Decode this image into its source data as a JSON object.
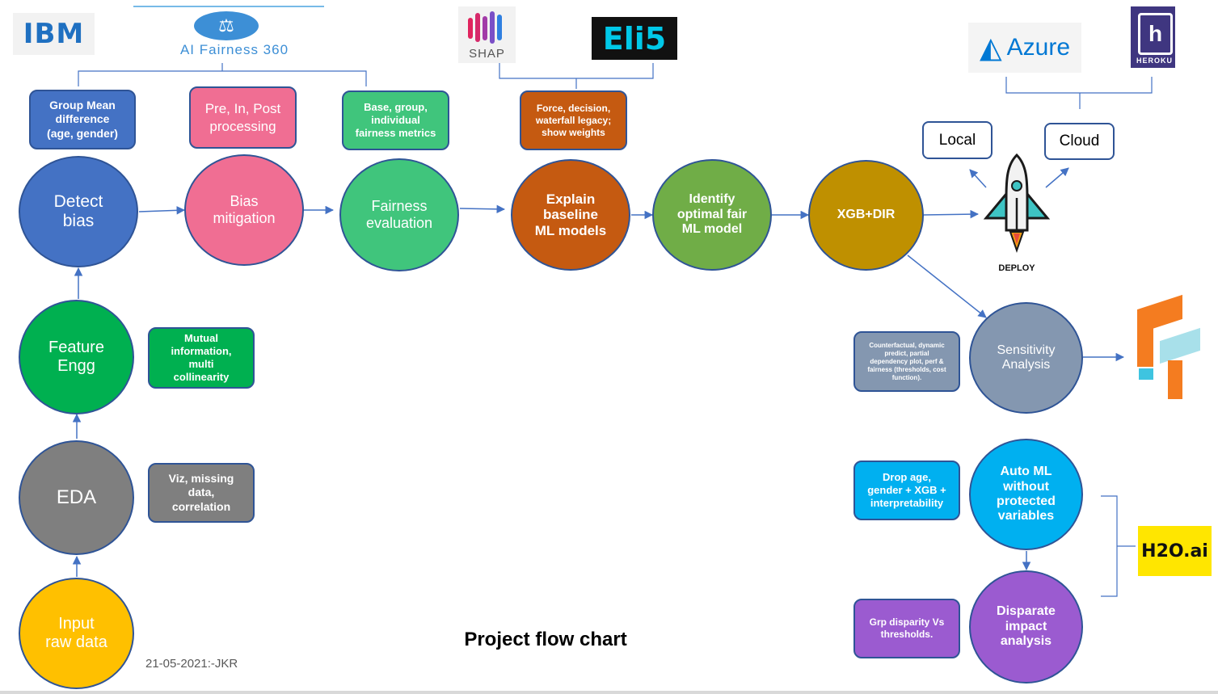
{
  "title": "Project flow chart",
  "footer": "21-05-2021:-JKR",
  "nodes": {
    "input": "Input\nraw data",
    "eda": "EDA",
    "feature": "Feature\nEngg",
    "detect": "Detect\nbias",
    "mitigation": "Bias\nmitigation",
    "fairness": "Fairness\nevaluation",
    "explain": "Explain\nbaseline\nML models",
    "identify": "Identify\noptimal fair\nML model",
    "xgb": "XGB+DIR",
    "sensitivity": "Sensitivity\nAnalysis",
    "automl": "Auto ML\nwithout\nprotected\nvariables",
    "disparate": "Disparate\nimpact\nanalysis"
  },
  "notes": {
    "group_mean": "Group Mean\ndifference\n(age, gender)",
    "pre_in_post": "Pre, In, Post\nprocessing",
    "metrics": "Base, group,\nindividual\nfairness metrics",
    "force": "Force, decision,\nwaterfall legacy;\nshow weights",
    "mutual": "Mutual\ninformation,\nmulti\ncollinearity",
    "viz": "Viz, missing\ndata,\ncorrelation",
    "counterfactual": "Counterfactual, dynamic\npredict, partial\ndependency plot, perf &\nfairness (thresholds, cost\nfunction).",
    "drop_age": "Drop age,\ngender + XGB +\ninterpretability",
    "grp_disparity": "Grp disparity Vs\nthresholds."
  },
  "deploy": {
    "local": "Local",
    "cloud": "Cloud",
    "label": "DEPLOY"
  },
  "logos": {
    "ibm": "IBM",
    "aif360": "AI Fairness 360",
    "shap": "SHAP",
    "eli5": "Eli5",
    "azure": "Azure",
    "heroku": "HEROKU",
    "h2o": "H2O.ai"
  },
  "colors": {
    "border": "#2f5496",
    "detect": "#4472c4",
    "mitigation": "#f06292",
    "fairness": "#3ec47e",
    "explain": "#c55a11",
    "identify": "#70ad47",
    "xgb": "#bf9000",
    "sensitivity": "#8497b0",
    "automl": "#00b0f0",
    "disparate": "#9b59d0",
    "feature": "#00b050",
    "eda": "#7f7f7f",
    "input": "#ffc000"
  }
}
